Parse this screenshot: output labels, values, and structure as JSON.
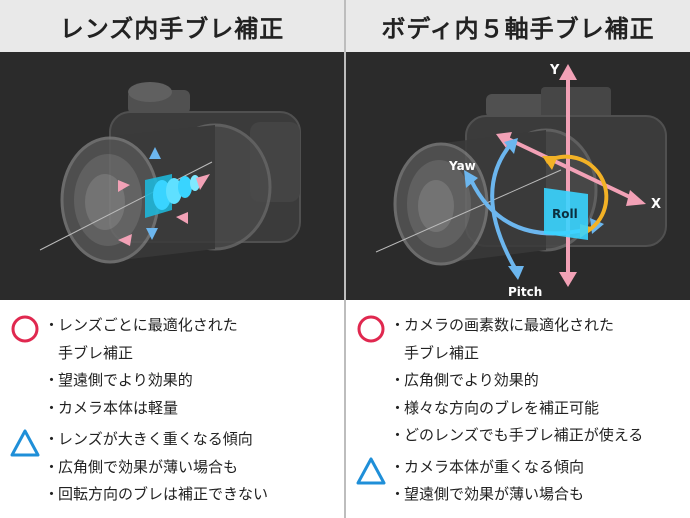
{
  "left": {
    "heading": "レンズ内手ブレ補正",
    "pros": [
      {
        "text": "レンズごとに最適化された"
      },
      {
        "text": "手ブレ補正",
        "cont": true
      },
      {
        "text": "望遠側でより効果的"
      },
      {
        "text": "カメラ本体は軽量"
      }
    ],
    "cons": [
      {
        "text": "レンズが大きく重くなる傾向"
      },
      {
        "text": "広角側で効果が薄い場合も"
      },
      {
        "text": "回転方向のブレは補正できない"
      }
    ]
  },
  "right": {
    "heading": "ボディ内５軸手ブレ補正",
    "axis_labels": {
      "y": "Y",
      "x": "X",
      "yaw": "Yaw",
      "roll": "Roll",
      "pitch": "Pitch"
    },
    "pros": [
      {
        "text": "カメラの画素数に最適化された"
      },
      {
        "text": "手ブレ補正",
        "cont": true
      },
      {
        "text": "広角側でより効果的"
      },
      {
        "text": "様々な方向のブレを補正可能"
      },
      {
        "text": "どのレンズでも手ブレ補正が使える"
      }
    ],
    "cons": [
      {
        "text": "カメラ本体が重くなる傾向"
      },
      {
        "text": "望遠側で効果が薄い場合も"
      }
    ]
  },
  "bullet": "・",
  "colors": {
    "good": "#e0284f",
    "bad": "#1f8fd8",
    "pink": "#f2a1b6",
    "blue": "#6cb6ee",
    "cyan": "#39d4ff",
    "roll": "#f3b226"
  }
}
